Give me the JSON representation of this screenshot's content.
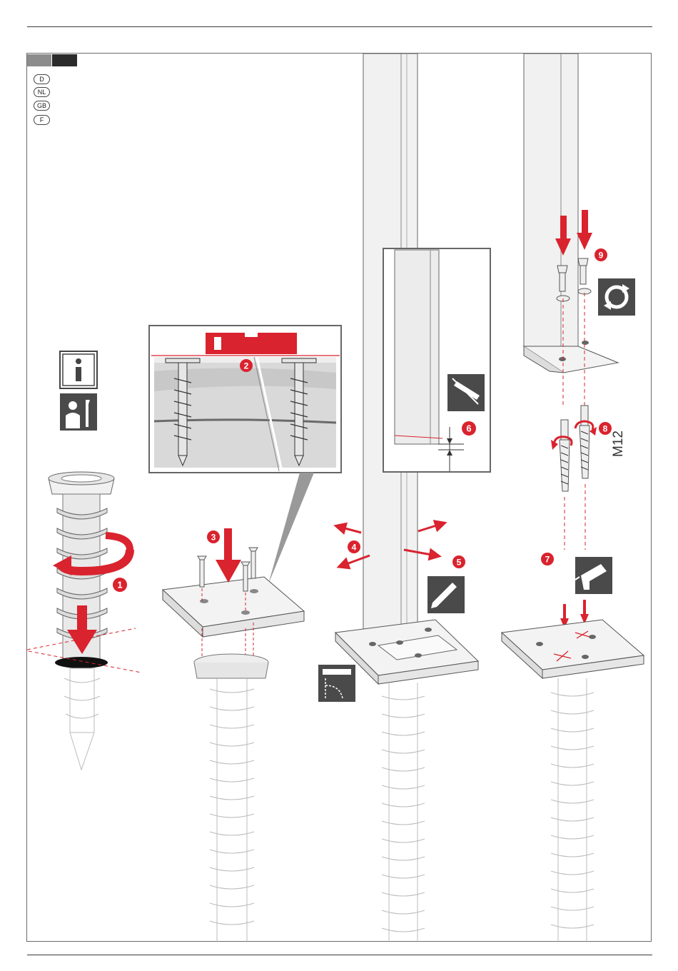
{
  "languages": [
    "D",
    "NL",
    "GB",
    "F"
  ],
  "steps": [
    "1",
    "2",
    "3",
    "4",
    "5",
    "6",
    "7",
    "8",
    "9"
  ],
  "labels": {
    "thread_size": "M12"
  },
  "icons": {
    "info": "info-icon",
    "mechanic": "mechanic-tools-icon",
    "saw": "hacksaw-icon",
    "pencil": "pencil-icon",
    "drill": "drill-icon",
    "rotate": "rotate-tighten-icon",
    "level": "spirit-level-angle-icon"
  },
  "colors": {
    "accent": "#d9232e",
    "dark_tab": "#2b2b2b",
    "mid_tab": "#8c8c8c",
    "icon_bg": "#4a4a4a"
  }
}
